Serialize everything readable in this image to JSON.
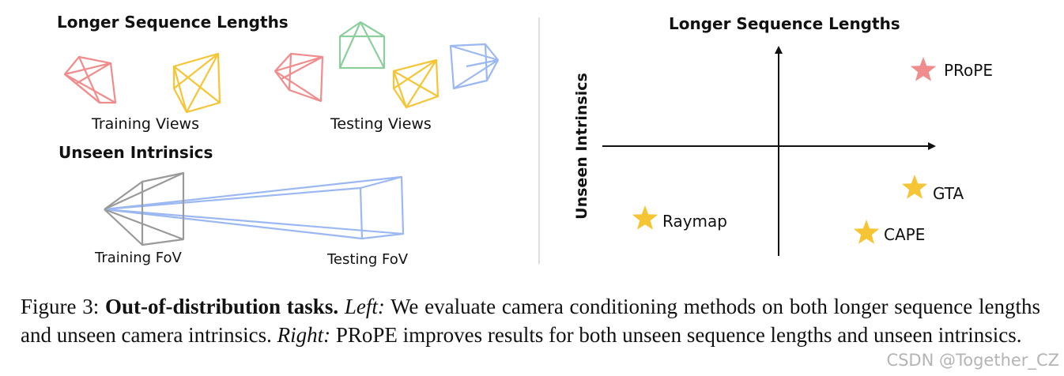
{
  "left_panel": {
    "seq_title": "Longer Sequence Lengths",
    "training_views_label": "Training Views",
    "testing_views_label": "Testing Views",
    "intrinsics_title": "Unseen Intrinsics",
    "training_fov_label": "Training FoV",
    "testing_fov_label": "Testing FoV"
  },
  "right_panel": {
    "title": "Longer Sequence Lengths",
    "y_axis_label": "Unseen Intrinsics",
    "points": [
      {
        "name": "PRoPE",
        "color": "#f08c8c"
      },
      {
        "name": "GTA",
        "color": "#f6c535"
      },
      {
        "name": "Raymap",
        "color": "#f6c535"
      },
      {
        "name": "CAPE",
        "color": "#f6c535"
      }
    ]
  },
  "colors": {
    "red": "#f08c8c",
    "yellow": "#f6c535",
    "green": "#8ccf9c",
    "blue": "#9bb8f2",
    "gray": "#9a9a9a"
  },
  "caption": {
    "prefix": "Figure 3: ",
    "bold": "Out-of-distribution tasks.",
    "left_label": "Left:",
    "left_text": " We evaluate camera conditioning methods on both longer sequence lengths and unseen camera intrinsics. ",
    "right_label": "Right:",
    "right_text": " PRoPE improves results for both unseen sequence lengths and unseen intrinsics."
  },
  "watermark": "CSDN @Together_CZ"
}
